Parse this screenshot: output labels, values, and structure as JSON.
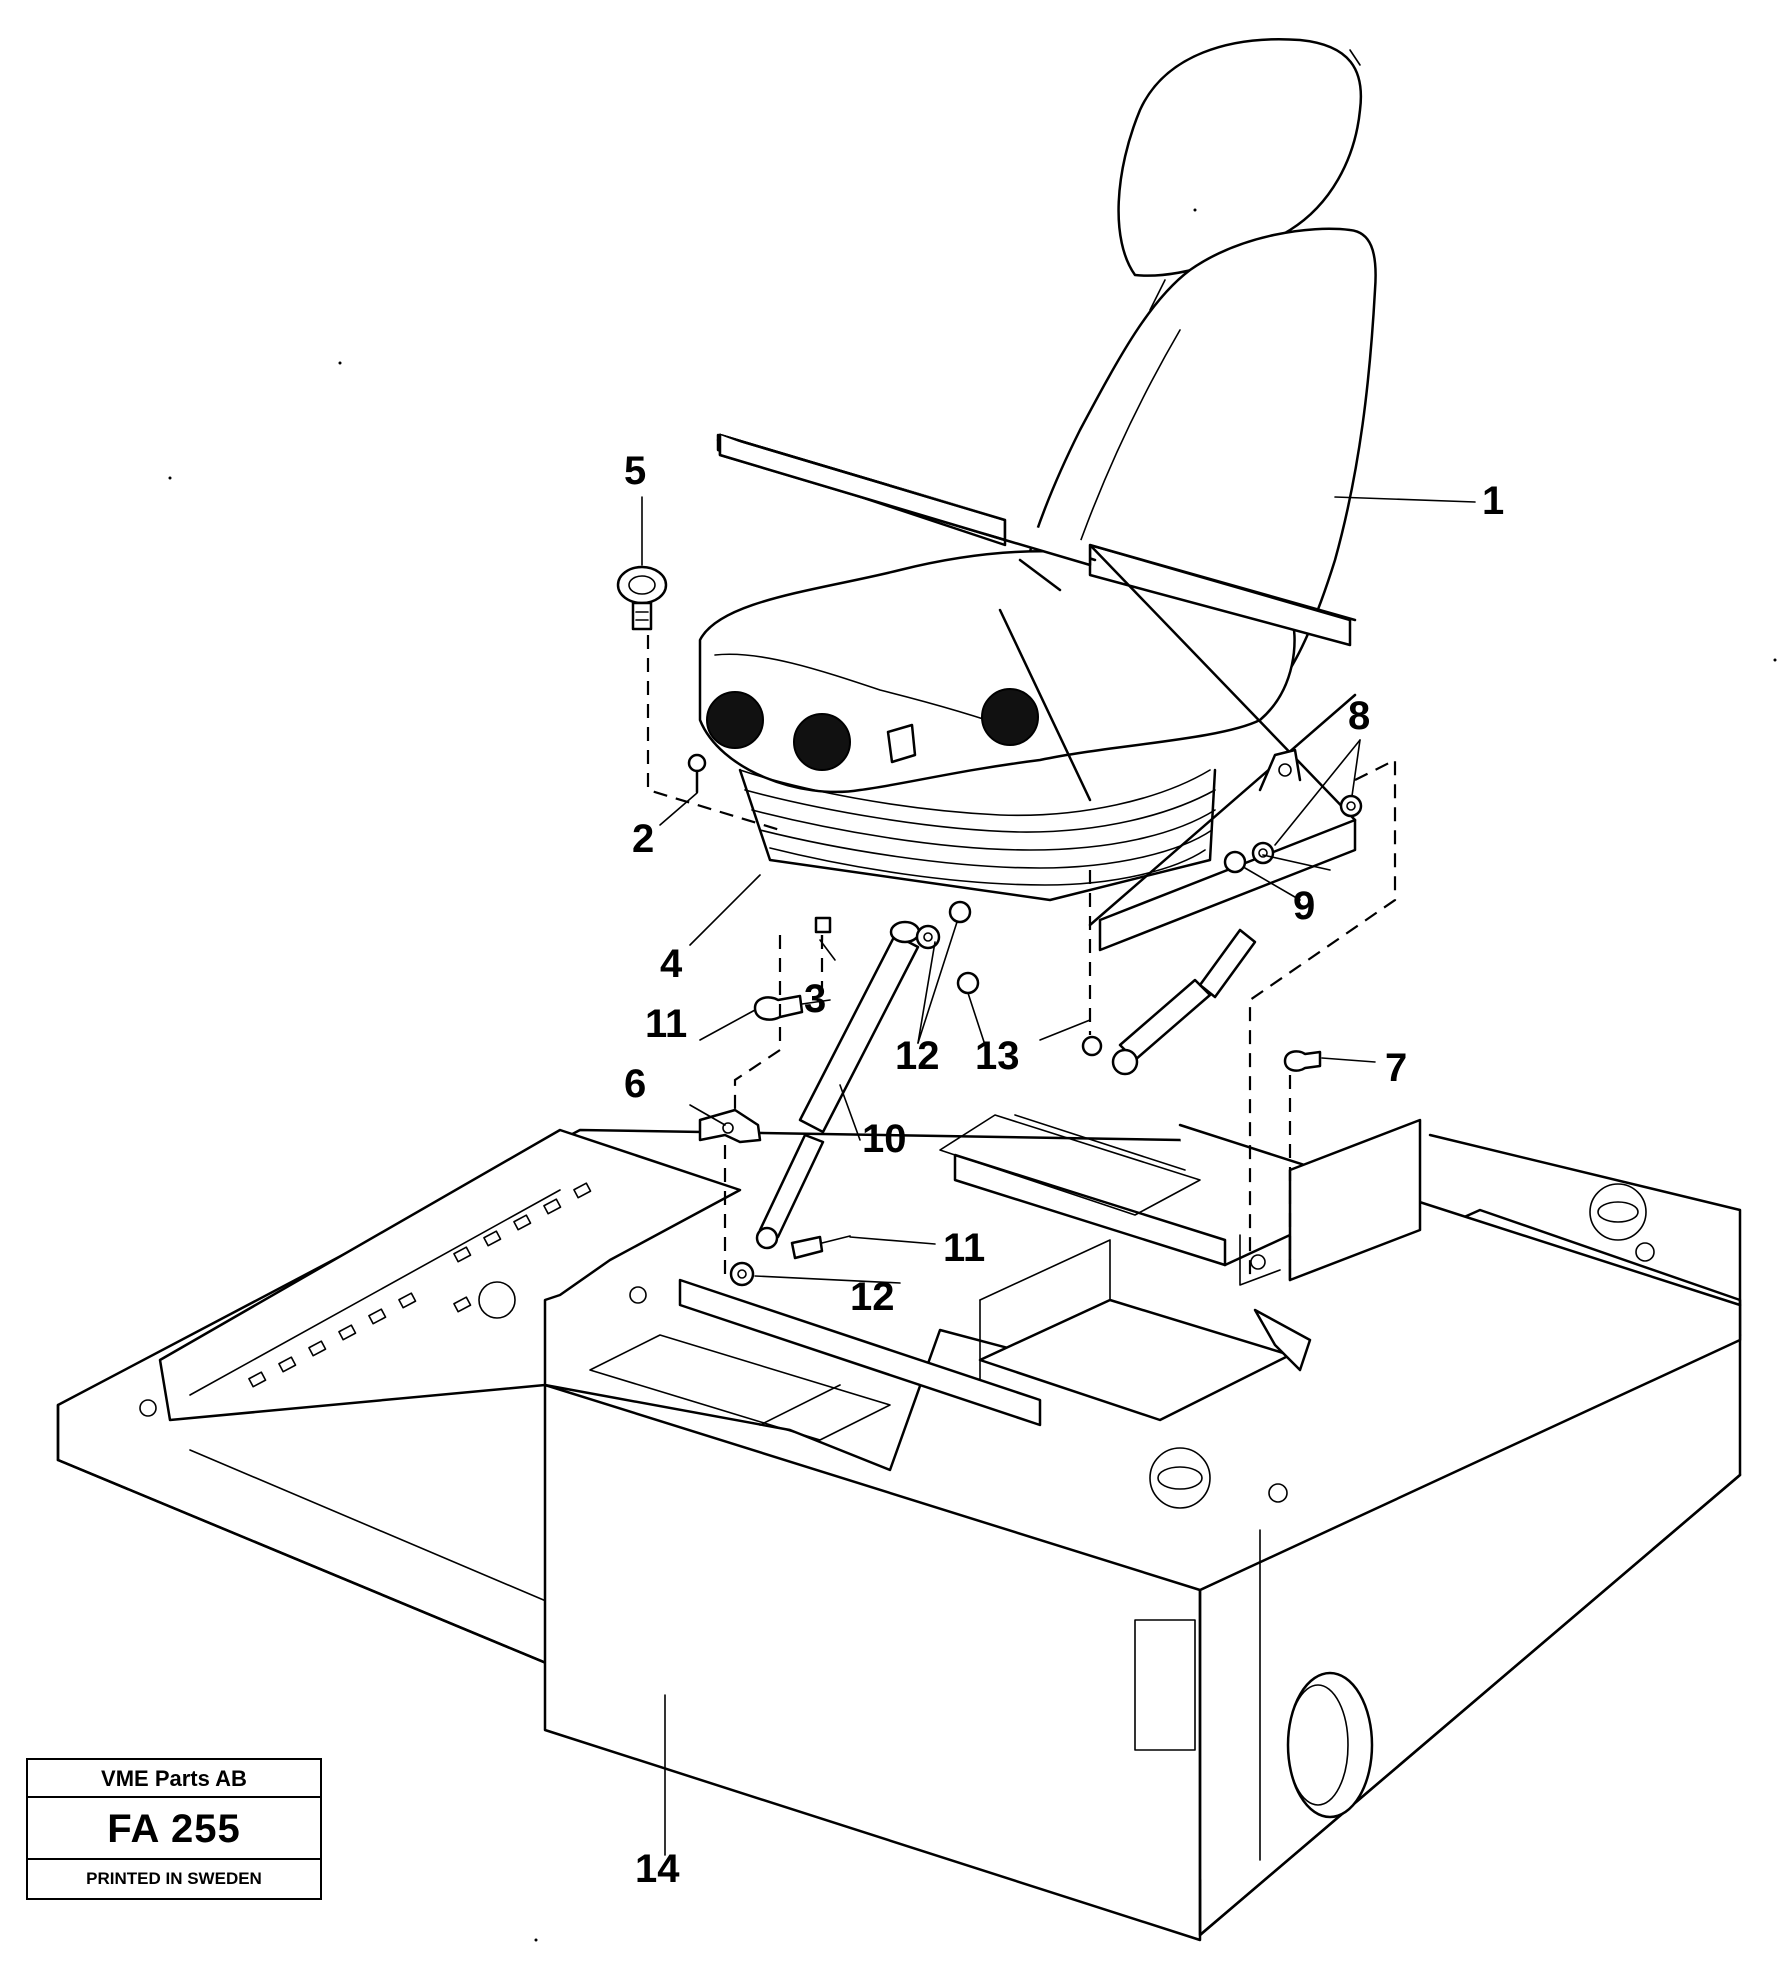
{
  "diagram": {
    "part_labels": [
      {
        "num": "1"
      },
      {
        "num": "2"
      },
      {
        "num": "3"
      },
      {
        "num": "4"
      },
      {
        "num": "5"
      },
      {
        "num": "6"
      },
      {
        "num": "7"
      },
      {
        "num": "8"
      },
      {
        "num": "9"
      },
      {
        "num": "10"
      },
      {
        "num": "11"
      },
      {
        "num": "11"
      },
      {
        "num": "12"
      },
      {
        "num": "12"
      },
      {
        "num": "13"
      },
      {
        "num": "14"
      }
    ]
  },
  "title_block": {
    "company": "VME Parts AB",
    "code": "FA 255",
    "printed": "PRINTED IN SWEDEN"
  }
}
